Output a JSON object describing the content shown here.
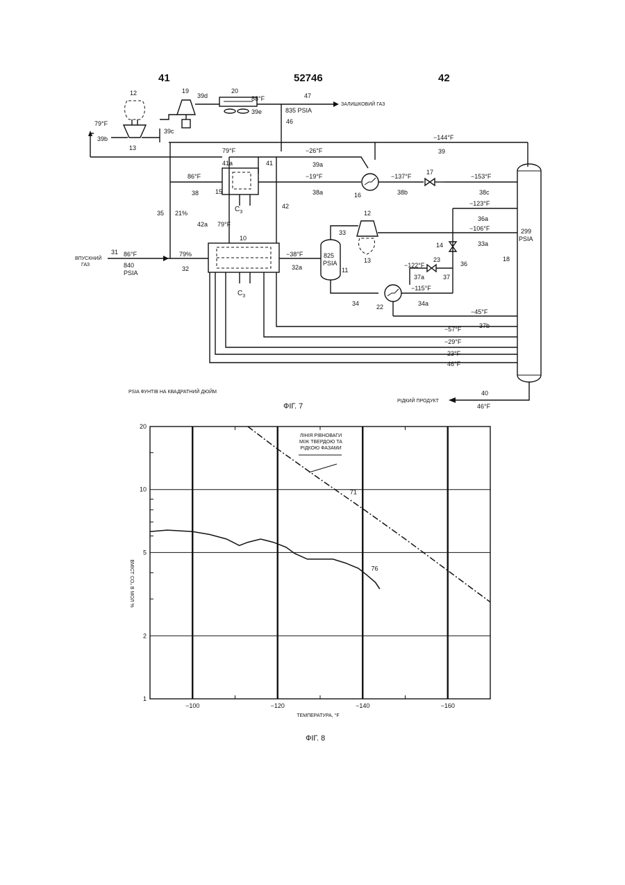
{
  "header": {
    "left": "41",
    "center": "52746",
    "right": "42"
  },
  "fig7": {
    "caption": "ФІГ. 7",
    "note": "PSIA  ФУНТІВ НА КВАДРАТНИЙ ДЮЙМ",
    "inlet_label_1": "ВПУСКНИЙ",
    "inlet_label_2": "ГАЗ",
    "residue_gas": "ЗАЛИШКОВИЙ ГАЗ",
    "liquid_product": "РІДКИЙ ПРОДУКТ",
    "c3": "C",
    "c3_sub": "3",
    "labels": {
      "l12": "12",
      "l13": "13",
      "l19": "19",
      "l20": "20",
      "l39d": "39d",
      "t88": "88°F",
      "l39e": "39e",
      "l47": "47",
      "p835": "835  PSIA",
      "t79a": "79°F",
      "l39b": "39b",
      "l39c": "39c",
      "l46": "46",
      "t144": "−144°F",
      "l39": "39",
      "t79b": "79°F",
      "l41a": "41a",
      "t26": "−26°F",
      "l39a": "39a",
      "l41": "41",
      "t86": "86°F",
      "l38": "38",
      "l15": "15",
      "t19": "−19°F",
      "l38a": "38a",
      "l16": "16",
      "t137": "−137°F",
      "l38b": "38b",
      "l17": "17",
      "t153": "−153°F",
      "l38c": "38c",
      "l35": "35",
      "p21": "21%",
      "l42": "42",
      "l42a": "42a",
      "t79c": "79°F",
      "l12b": "12",
      "l33": "33",
      "t123": "−123°F",
      "l36a": "36a",
      "t106": "−106°F",
      "l33a": "33a",
      "p299": "299",
      "psia299": "PSIA",
      "l31": "31",
      "t86b": "86°F",
      "p840": "840",
      "psia840": "PSIA",
      "p79": "79%",
      "l32": "32",
      "l10": "10",
      "t38": "−38°F",
      "l32a": "32a",
      "p825": "825",
      "psia825": "PSIA",
      "l11": "11",
      "l13b": "13",
      "l14": "14",
      "l18": "18",
      "t122": "−122°F",
      "l23": "23",
      "l36": "36",
      "l37a": "37a",
      "l37": "37",
      "t115": "−115°F",
      "l34": "34",
      "l22": "22",
      "l34a": "34a",
      "t45": "−45°F",
      "l37b": "37b",
      "t57": "−57°F",
      "t29": "−29°F",
      "t23": "23°F",
      "t46": "46°F",
      "l40": "40",
      "t46b": "46°F"
    }
  },
  "fig8": {
    "caption": "ФІГ. 8",
    "chart_data": {
      "type": "line",
      "title": "",
      "xlabel": "ТЕМПЕРАТУРА, °F",
      "ylabel": "ВМІСТ CO₂ В МОЛ %",
      "x_ticks": [
        "−100",
        "−120",
        "−140",
        "−160"
      ],
      "y_ticks": [
        "20",
        "10",
        "5",
        "2",
        "1"
      ],
      "xlim": [
        -90,
        -170
      ],
      "ylim": [
        1,
        20
      ],
      "y_scale": "log",
      "annotation": [
        "ЛІНІЯ РІВНОВАГИ",
        "МІЖ ТВЕРДОЮ ТА",
        "РІДКОЮ ФАЗАМИ"
      ],
      "series": [
        {
          "name": "71",
          "style": "dash-dot",
          "x": [
            -113,
            -120,
            -130,
            -140,
            -150,
            -160,
            -170
          ],
          "y": [
            20,
            15.6,
            11.2,
            8.1,
            5.8,
            4.1,
            2.9
          ]
        },
        {
          "name": "76",
          "style": "solid",
          "x": [
            -90,
            -94,
            -100,
            -104,
            -108,
            -111,
            -113,
            -116,
            -119,
            -122,
            -124,
            -127,
            -130,
            -133,
            -136,
            -139,
            -141,
            -143,
            -144
          ],
          "y": [
            6.3,
            6.4,
            6.3,
            6.1,
            5.8,
            5.4,
            5.6,
            5.8,
            5.6,
            5.3,
            4.95,
            4.65,
            4.65,
            4.65,
            4.45,
            4.2,
            3.9,
            3.6,
            3.35
          ]
        }
      ]
    }
  }
}
